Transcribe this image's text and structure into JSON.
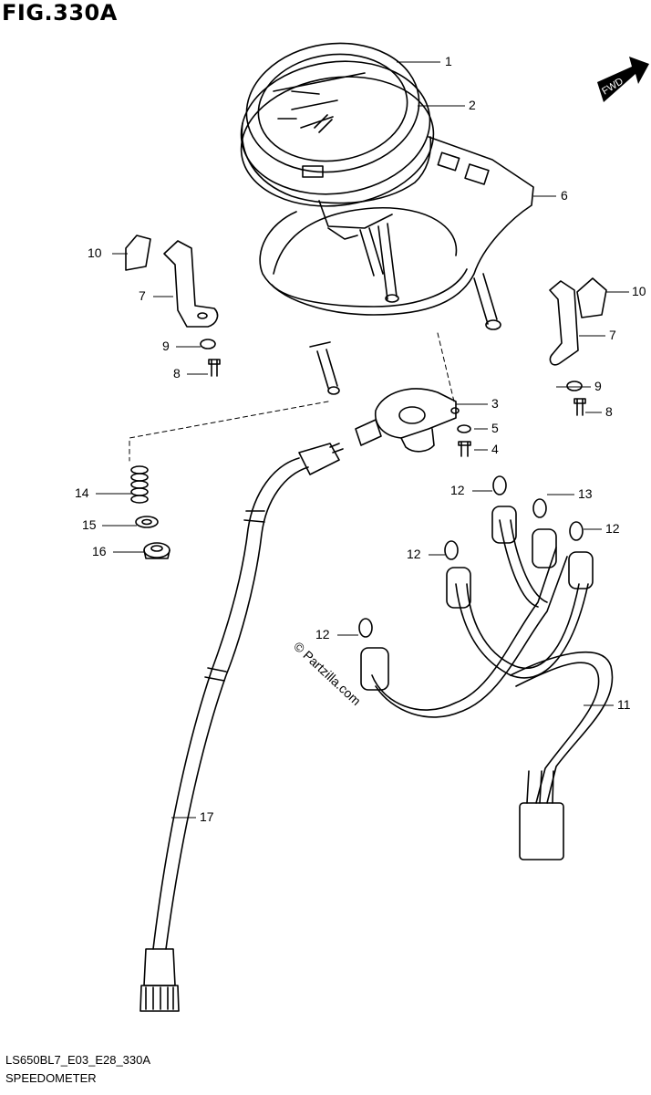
{
  "figure": {
    "title": "FIG.330A",
    "model_code": "LS650BL7_E03_E28_330A",
    "page_name": "SPEEDOMETER",
    "watermark": "© Partzilla.com",
    "fwd_label": "FWD"
  },
  "callouts": [
    "1",
    "2",
    "3",
    "4",
    "5",
    "6",
    "7",
    "7",
    "8",
    "8",
    "9",
    "9",
    "10",
    "10",
    "11",
    "12",
    "12",
    "12",
    "12",
    "13",
    "14",
    "15",
    "16",
    "17"
  ],
  "colors": {
    "ink": "#000000",
    "background": "#ffffff"
  }
}
